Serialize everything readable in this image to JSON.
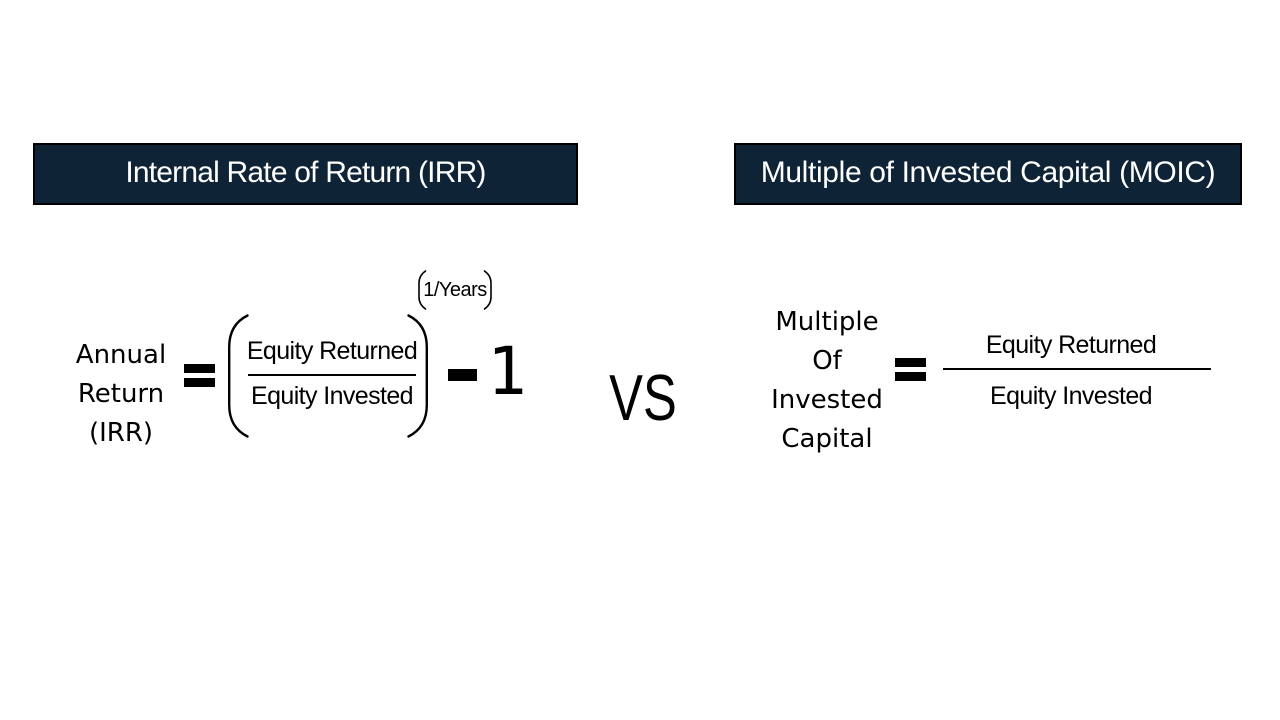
{
  "slide": {
    "background_color": "#ffffff",
    "ink_color": "#000000",
    "header_fill": "#0f2336",
    "header_border_color": "#000000",
    "header_text_color": "#ffffff"
  },
  "irr": {
    "title": "Internal Rate of Return (IRR)",
    "label": "Annual\nReturn\n(IRR)",
    "equals": "=",
    "fraction": {
      "numerator": "Equity Returned",
      "denominator": "Equity Invested"
    },
    "exponent": "1/Years",
    "minus": "-",
    "constant": "1"
  },
  "versus": "VS",
  "moic": {
    "title": "Multiple of Invested Capital (MOIC)",
    "label": "Multiple\nOf\nInvested\nCapital",
    "equals": "=",
    "fraction": {
      "numerator": "Equity Returned",
      "denominator": "Equity Invested"
    }
  }
}
